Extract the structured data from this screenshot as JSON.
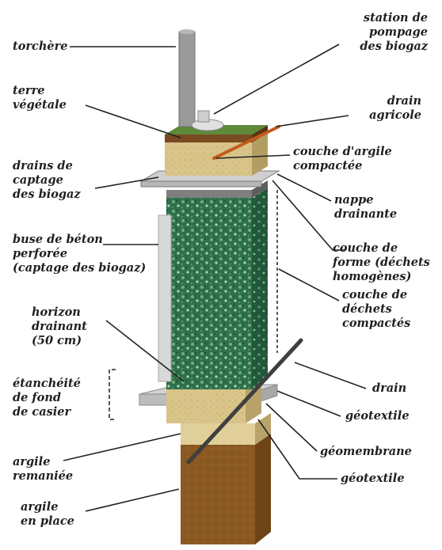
{
  "labels": {
    "torchere": "torchère",
    "station": "station de\npompage\ndes biogaz",
    "terre": "terre\nvégétale",
    "drain_agricole": "drain\nagricole",
    "argile_compactee": "couche d'argile\ncompactée",
    "drains_captage": "drains de\ncaptage\ndes biogaz",
    "nappe": "nappe\ndrainante",
    "buse": "buse de béton\nperforée\n(captage des biogaz)",
    "couche_forme": "couche de\nforme (déchets\nhomogènes)",
    "dechets": "couche de\ndéchets\ncompactés",
    "horizon": "horizon\ndrainant\n(50 cm)",
    "etancheite": "étanchéité\nde fond\nde casier",
    "drain": "drain",
    "geotextile_1": "géotextile",
    "geomembrane": "géomembrane",
    "argile_remaniee": "argile\nremaniée",
    "geotextile_2": "géotextile",
    "argile_en_place": "argile\nen place"
  },
  "colors": {
    "waste_green": "#2f6e4a",
    "clay_brown": "#8b5a22",
    "sand": "#d9c48a",
    "topsoil": "#7a4a22",
    "grass": "#5e8a3a",
    "geomembrane_frame": "#d2d2d2",
    "pipe": "#9a9a9a",
    "leader_line": "#222222"
  }
}
